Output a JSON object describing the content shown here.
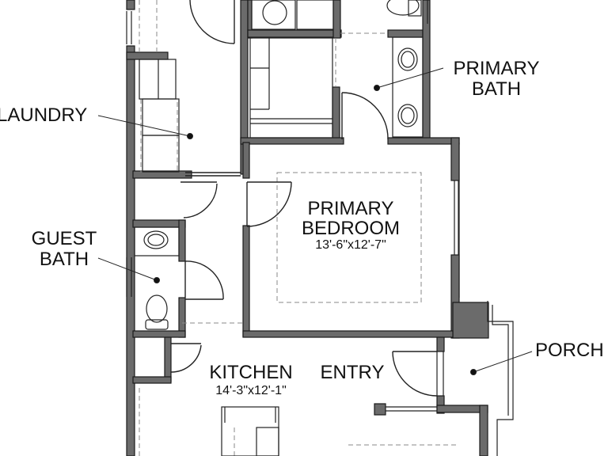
{
  "colors": {
    "wall": "#6b6b6b",
    "wall_edge": "#1a1a1a",
    "line": "#222222",
    "dash": "#8a8a8a",
    "background": "#ffffff"
  },
  "rooms": {
    "laundry": {
      "name": "LAUNDRY"
    },
    "primary_bath": {
      "name_line1": "PRIMARY",
      "name_line2": "BATH"
    },
    "primary_bedroom": {
      "name_line1": "PRIMARY",
      "name_line2": "BEDROOM",
      "dimensions": "13'-6\"x12'-7\""
    },
    "guest_bath": {
      "name_line1": "GUEST",
      "name_line2": "BATH"
    },
    "kitchen": {
      "name": "KITCHEN",
      "dimensions": "14'-3\"x12'-1\""
    },
    "entry": {
      "name": "ENTRY"
    },
    "porch": {
      "name": "PORCH"
    }
  }
}
